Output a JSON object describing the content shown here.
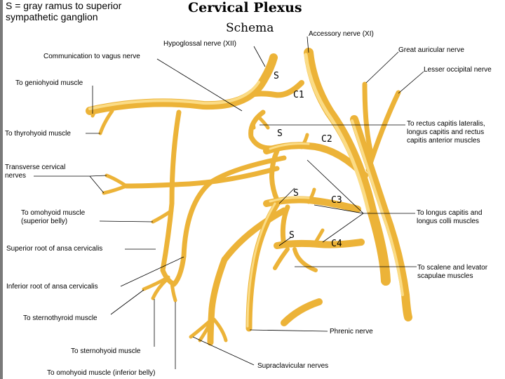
{
  "legend": [
    "S = gray ramus to superior",
    "sympathetic ganglion"
  ],
  "title": "Cervical Plexus",
  "subtitle": "Schema",
  "segments": {
    "s": "S",
    "c1": "C1",
    "c2": "C2",
    "c3": "C3",
    "c4": "C4"
  },
  "labels": {
    "hypoglossal": "Hypoglossal nerve (XII)",
    "accessory": "Accessory nerve (XI)",
    "vagus_comm": "Communication to vagus nerve",
    "great_auricular": "Great auricular nerve",
    "lesser_occipital": "Lesser occipital nerve",
    "geniohyoid": "To geniohyoid muscle",
    "rectus_capitis": [
      "To rectus capitis lateralis,",
      "longus capitis and rectus",
      "capitis anterior muscles"
    ],
    "thyrohyoid": "To thyrohyoid muscle",
    "transverse_cervical": [
      "Transverse cervical",
      "nerves"
    ],
    "omohyoid_sup": [
      "To omohyoid muscle",
      "(superior belly)"
    ],
    "longus": [
      "To longus capitis and",
      "longus colli muscles"
    ],
    "superior_root": "Superior root of ansa cervicalis",
    "scalene": [
      "To scalene and levator",
      "scapulae muscles"
    ],
    "inferior_root": "Inferior root of ansa cervicalis",
    "sternothyroid": "To sternothyroid muscle",
    "phrenic": "Phrenic nerve",
    "sternohyoid": "To sternohyoid muscle",
    "supraclavicular": "Supraclavicular nerves",
    "omohyoid_inf": "To omohyoid muscle (inferior belly)"
  },
  "colors": {
    "nerve": "#ecb338",
    "nerve_highlight": "#fbdc86",
    "leader": "#000000",
    "background": "#ffffff"
  }
}
